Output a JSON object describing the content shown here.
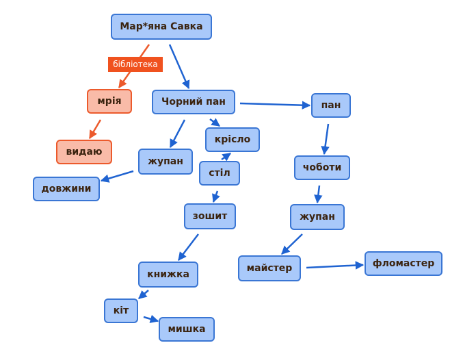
{
  "colors": {
    "blue_fill": "#a9c9fa",
    "blue_border": "#3a76d4",
    "blue_edge": "#1f63d1",
    "orange_fill": "#f9bba8",
    "orange_border": "#ec5a2c",
    "orange_edge": "#ec5a2c",
    "label_fill": "#f0521f",
    "text": "#3b2410"
  },
  "nodes": [
    {
      "id": "root",
      "label": "Мар*яна Савка",
      "style": "blue"
    },
    {
      "id": "mriia",
      "label": "мрія",
      "style": "orange"
    },
    {
      "id": "vydaiu",
      "label": "видаю",
      "style": "orange"
    },
    {
      "id": "chornyi",
      "label": "Чорний пан",
      "style": "blue"
    },
    {
      "id": "pan",
      "label": "пан",
      "style": "blue"
    },
    {
      "id": "krislo",
      "label": "крісло",
      "style": "blue"
    },
    {
      "id": "zhupan1",
      "label": "жупан",
      "style": "blue"
    },
    {
      "id": "stil",
      "label": "стіл",
      "style": "blue"
    },
    {
      "id": "dovzhyny",
      "label": "довжини",
      "style": "blue"
    },
    {
      "id": "choboty",
      "label": "чоботи",
      "style": "blue"
    },
    {
      "id": "zoshyt",
      "label": "зошит",
      "style": "blue"
    },
    {
      "id": "zhupan2",
      "label": "жупан",
      "style": "blue"
    },
    {
      "id": "maister",
      "label": "майстер",
      "style": "blue"
    },
    {
      "id": "flomaster",
      "label": "фломастер",
      "style": "blue"
    },
    {
      "id": "knyzhka",
      "label": "книжка",
      "style": "blue"
    },
    {
      "id": "kit",
      "label": "кіт",
      "style": "blue"
    },
    {
      "id": "myshka",
      "label": "мишка",
      "style": "blue"
    }
  ],
  "edges": [
    {
      "from": "root",
      "to": "mriia",
      "style": "orange",
      "label": "бібліотека"
    },
    {
      "from": "mriia",
      "to": "vydaiu",
      "style": "orange"
    },
    {
      "from": "root",
      "to": "chornyi",
      "style": "blue"
    },
    {
      "from": "chornyi",
      "to": "pan",
      "style": "blue"
    },
    {
      "from": "chornyi",
      "to": "zhupan1",
      "style": "blue"
    },
    {
      "from": "chornyi",
      "to": "krislo",
      "style": "blue"
    },
    {
      "from": "zhupan1",
      "to": "dovzhyny",
      "style": "blue"
    },
    {
      "from": "stil",
      "to": "krislo",
      "style": "blue"
    },
    {
      "from": "stil",
      "to": "zoshyt",
      "style": "blue"
    },
    {
      "from": "zoshyt",
      "to": "knyzhka",
      "style": "blue"
    },
    {
      "from": "knyzhka",
      "to": "kit",
      "style": "blue"
    },
    {
      "from": "kit",
      "to": "myshka",
      "style": "blue"
    },
    {
      "from": "pan",
      "to": "choboty",
      "style": "blue"
    },
    {
      "from": "choboty",
      "to": "zhupan2",
      "style": "blue"
    },
    {
      "from": "zhupan2",
      "to": "maister",
      "style": "blue"
    },
    {
      "from": "maister",
      "to": "flomaster",
      "style": "blue"
    }
  ]
}
